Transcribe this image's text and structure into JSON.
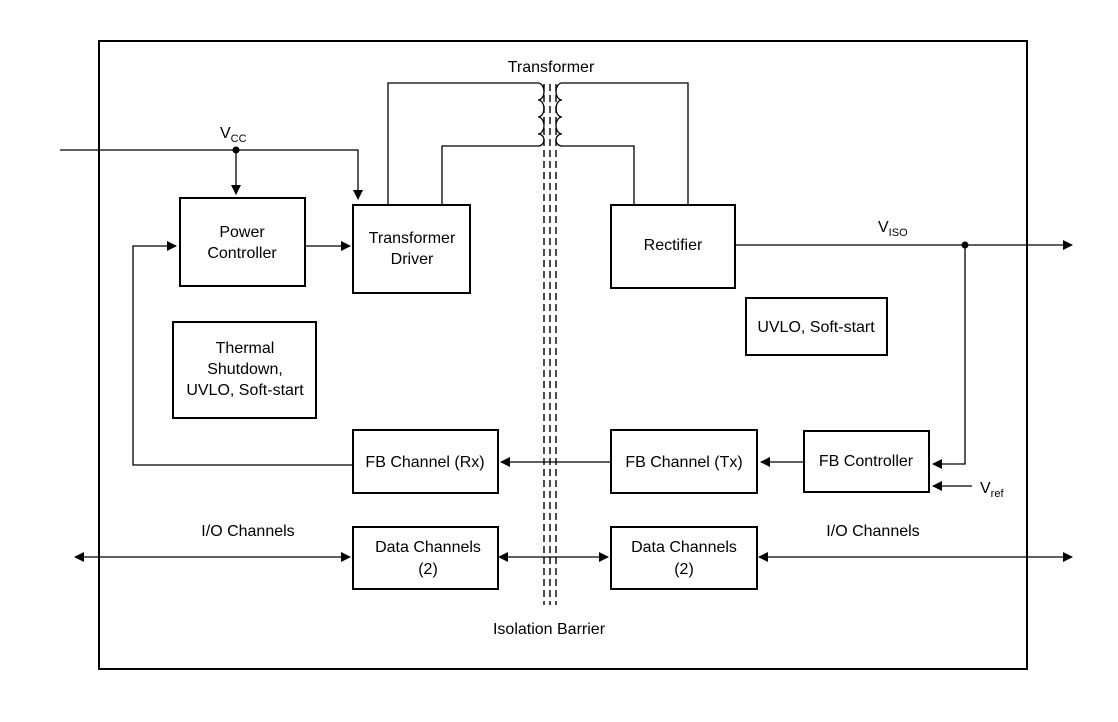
{
  "transformer_label": "Transformer",
  "isolation_barrier_label": "Isolation Barrier",
  "vcc": {
    "main": "V",
    "sub": "CC"
  },
  "viso": {
    "main": "V",
    "sub": "ISO"
  },
  "vref": {
    "main": "V",
    "sub": "ref"
  },
  "blocks": {
    "power_controller": [
      "Power",
      "Controller"
    ],
    "transformer_driver": [
      "Transformer",
      "Driver"
    ],
    "rectifier": [
      "Rectifier"
    ],
    "thermal": [
      "Thermal",
      "Shutdown,",
      "UVLO, Soft-start"
    ],
    "uvlo_right": [
      "UVLO, Soft-start"
    ],
    "fb_rx": [
      "FB Channel (Rx)"
    ],
    "fb_tx": [
      "FB Channel (Tx)"
    ],
    "fb_controller": [
      "FB Controller"
    ],
    "data_left": [
      "Data Channels",
      "(2)"
    ],
    "data_right": [
      "Data Channels",
      "(2)"
    ]
  },
  "io_left_label": "I/O Channels",
  "io_right_label": "I/O Channels"
}
